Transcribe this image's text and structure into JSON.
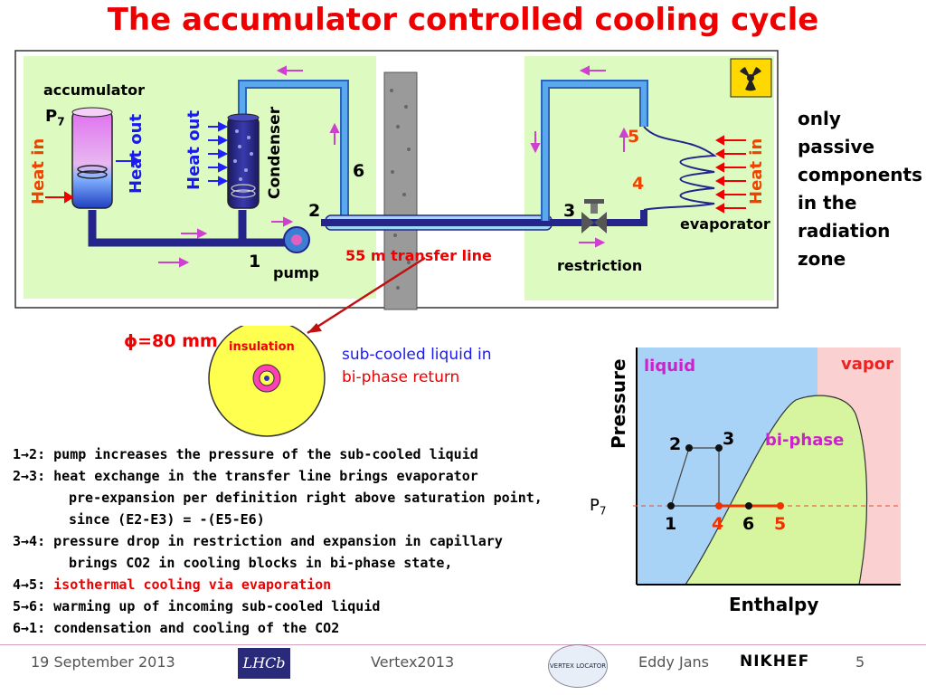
{
  "title": "The accumulator controlled cooling cycle",
  "schematic": {
    "accumulator": "accumulator",
    "p7": "P",
    "p7_sub": "7",
    "heat_in_left": "Heat in",
    "heat_out_left": "Heat out",
    "heat_out_cond": "Heat out",
    "condenser": "Condenser",
    "pump": "pump",
    "transfer_line": "55 m transfer line",
    "restriction": "restriction",
    "evaporator": "evaporator",
    "heat_in_right": "Heat in",
    "points": {
      "p1": "1",
      "p2": "2",
      "p3": "3",
      "p4": "4",
      "p5": "5",
      "p6": "6"
    }
  },
  "side_note": [
    "only",
    "passive",
    "components",
    "in the",
    "radiation",
    "zone"
  ],
  "cross_section": {
    "phi_label": "ϕ=80 mm",
    "insulation": "insulation",
    "desc_line1": "sub-cooled liquid in",
    "desc_line2": "bi-phase return"
  },
  "steps": [
    {
      "label": "1→2:",
      "text": "pump increases the pressure of the sub-cooled liquid"
    },
    {
      "label": "2→3:",
      "text": "heat exchange in the transfer line brings evaporator"
    },
    {
      "label": "",
      "text": "pre-expansion per definition right above saturation point,"
    },
    {
      "label": "",
      "text": "since (E2-E3) = -(E5-E6)"
    },
    {
      "label": "3→4:",
      "text": "pressure drop in restriction and expansion in capillary"
    },
    {
      "label": "",
      "text": "brings CO2 in cooling blocks in bi-phase state,"
    },
    {
      "label": "4→5:",
      "text": "isothermal cooling via evaporation"
    },
    {
      "label": "5→6:",
      "text": "warming up of incoming sub-cooled liquid"
    },
    {
      "label": "6→1:",
      "text": "condensation and cooling of the CO2"
    }
  ],
  "phase_diagram": {
    "ylabel": "Pressure",
    "xlabel": "Enthalpy",
    "liquid": "liquid",
    "vapor": "vapor",
    "biphase": "bi-phase",
    "p7": "P",
    "p7_sub": "7",
    "pt1": "1",
    "pt2": "2",
    "pt3": "3",
    "pt4": "4",
    "pt5": "5",
    "pt6": "6"
  },
  "footer": {
    "date": "19 September 2013",
    "conference": "Vertex2013",
    "author": "Eddy Jans",
    "page": "5",
    "lhcb_logo_text": "LHCb",
    "nikhef_logo_text": "NIKHEF",
    "velo_logo_text": "VERTEX LOCATOR"
  },
  "colors": {
    "title": "#ee0000",
    "pipe": "#3b7fd4",
    "pipe_dark": "#24248a",
    "zone_green": "#ddfbc0",
    "liquid_region": "#a8d2f6",
    "vapor_region": "#fad0d0",
    "biphase_region": "#d6f59e",
    "cycle_red": "#ee3300"
  }
}
